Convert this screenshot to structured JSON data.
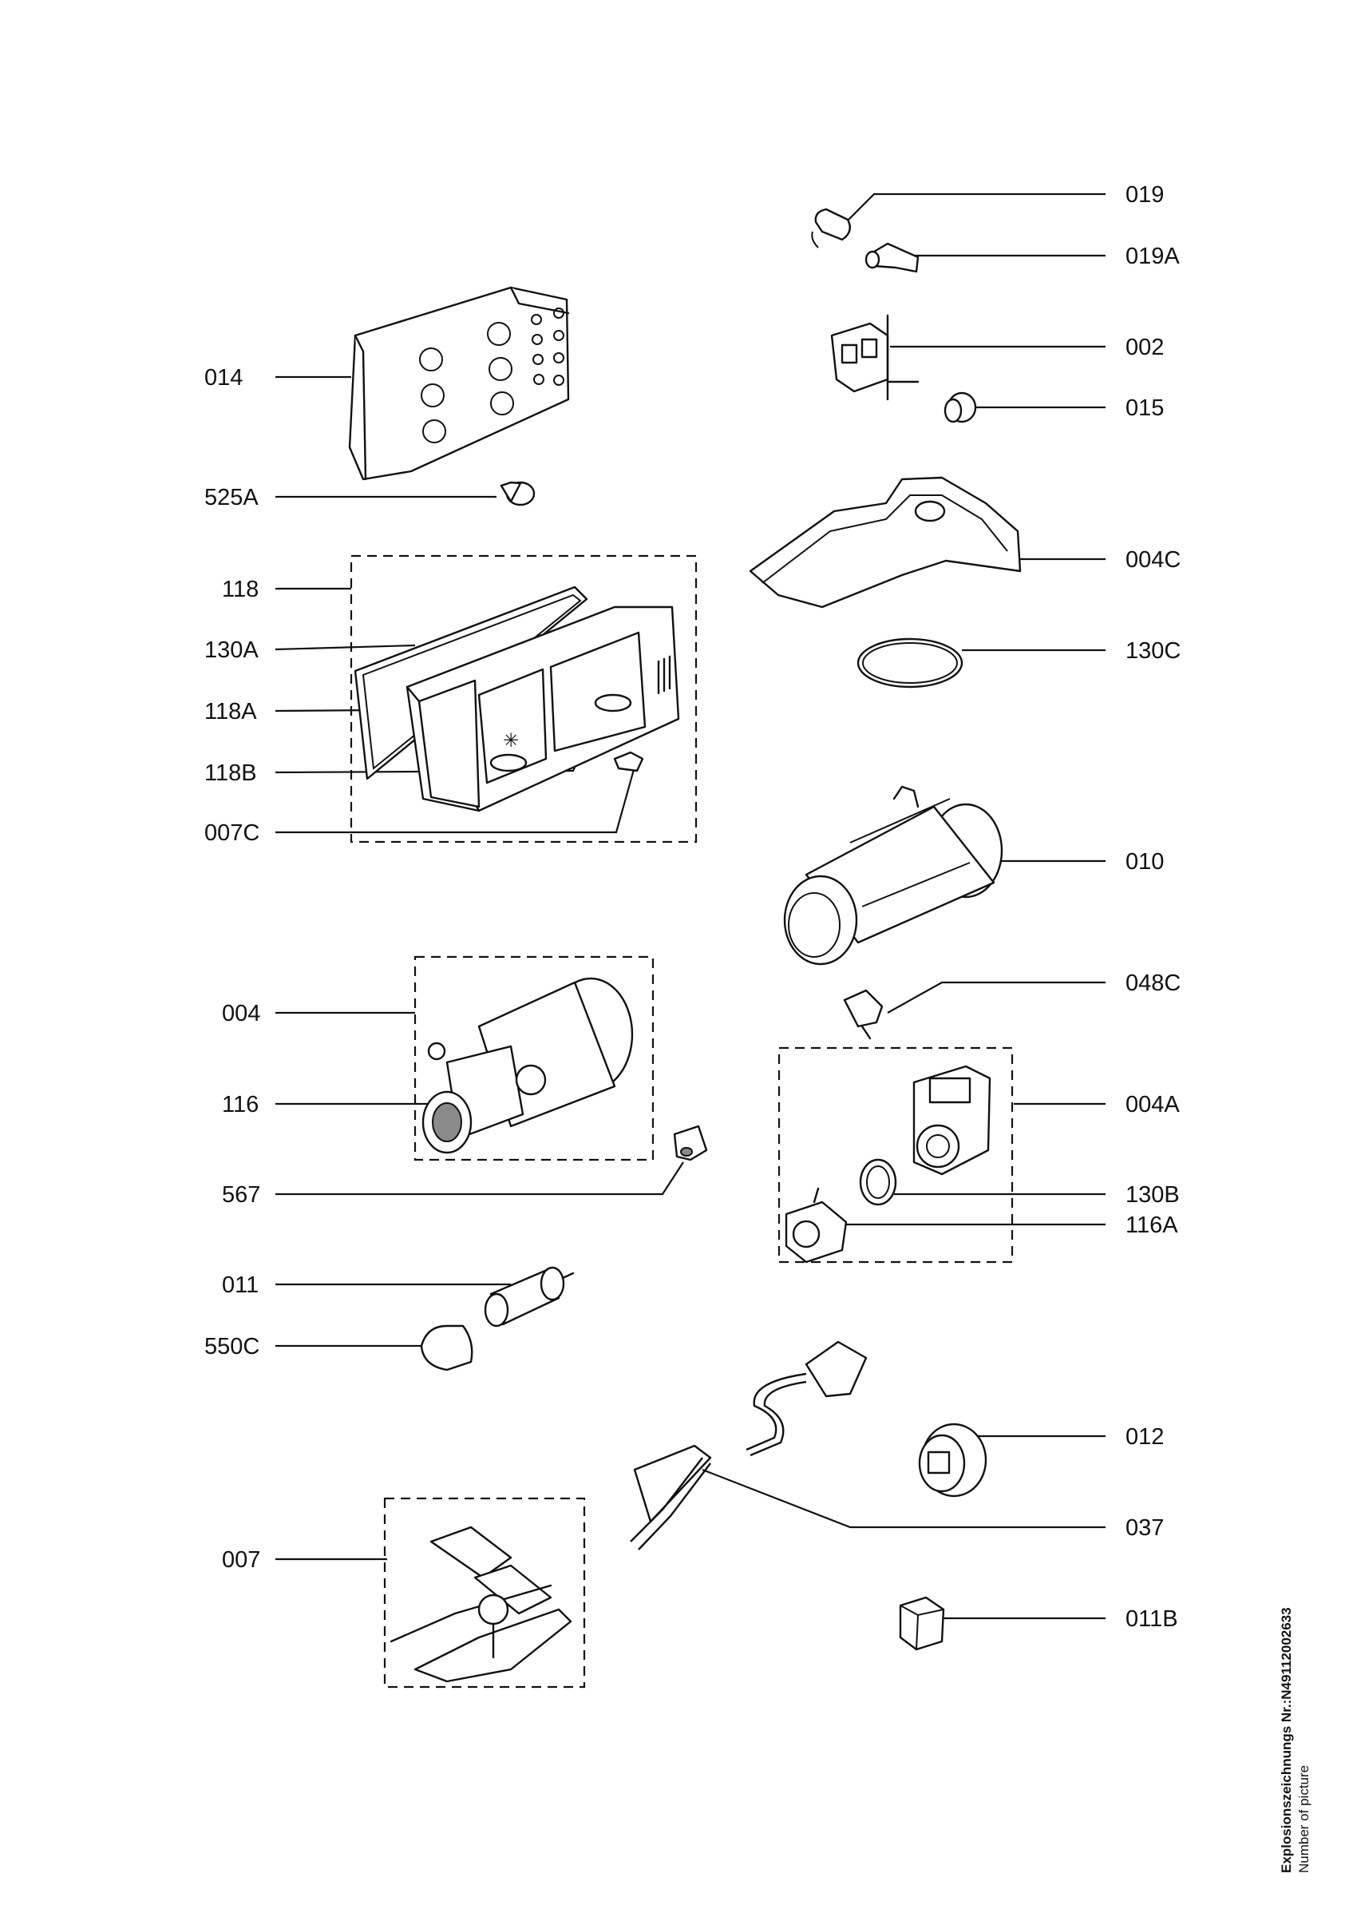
{
  "labels": {
    "l014": "014",
    "l525A": "525A",
    "l118": "118",
    "l130A": "130A",
    "l118A": "118A",
    "l118B": "118B",
    "l007C": "007C",
    "l004": "004",
    "l116": "116",
    "l567": "567",
    "l011": "011",
    "l550C": "550C",
    "l007": "007",
    "l019": "019",
    "l019A": "019A",
    "l002": "002",
    "l015": "015",
    "l004C": "004C",
    "l130C": "130C",
    "l010": "010",
    "l048C": "048C",
    "l004A": "004A",
    "l130B": "130B",
    "l116A": "116A",
    "l012": "012",
    "l037": "037",
    "l011B": "011B"
  },
  "caption": {
    "line1": "Explosionszeichnungs Nr.:N49112002633",
    "line2": "Number of picture"
  }
}
